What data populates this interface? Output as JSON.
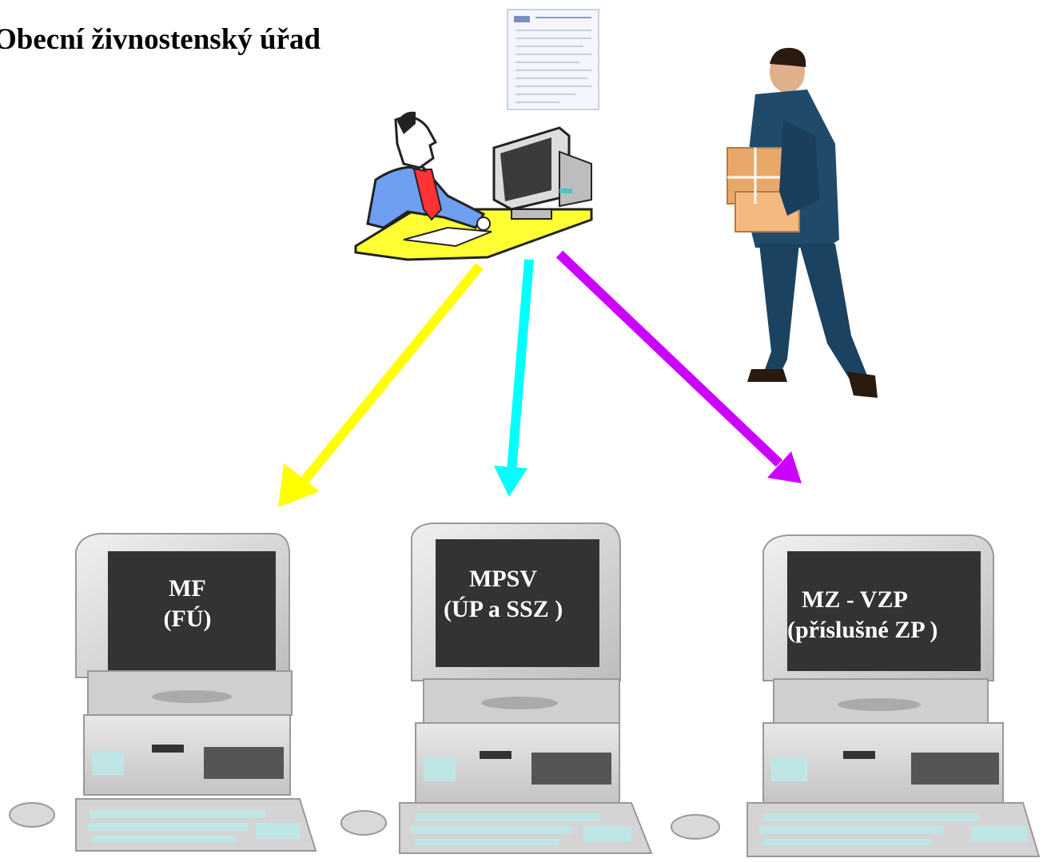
{
  "title": "Obecní živnostenský úřad",
  "colors": {
    "arrow_left": "#ffff00",
    "arrow_center": "#00ffff",
    "arrow_right": "#cc00ff",
    "screen": "#333333",
    "monitor_body": "#d9d9d9",
    "desk": "#ffff33",
    "suit": "#1f4a6a",
    "clerk_shirt": "#6f9ff0"
  },
  "computers": [
    {
      "line1": "MF",
      "line2": "(FÚ)"
    },
    {
      "line1": "MPSV",
      "line2": "(ÚP a SSZ )"
    },
    {
      "line1": "MZ - VZP",
      "line2": "(příslušné ZP )"
    }
  ],
  "icons": [
    "document-icon",
    "clerk-at-computer-icon",
    "businessman-with-boxes-icon",
    "desktop-computer-icon"
  ]
}
